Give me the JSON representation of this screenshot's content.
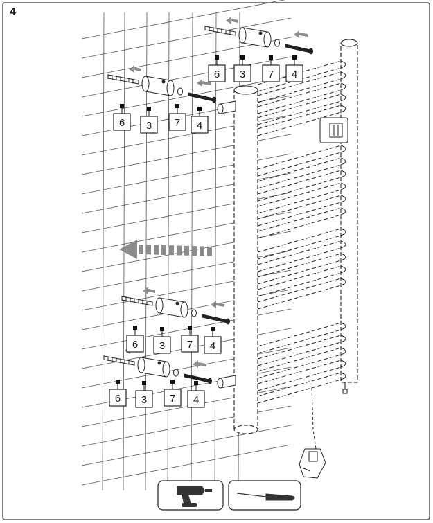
{
  "step_number": "4",
  "part_labels": {
    "anchor": "6",
    "bracket": "3",
    "washer": "7",
    "screw": "4"
  },
  "icons": {
    "tool_drill": "drill-icon",
    "tool_screwdriver": "screwdriver-icon"
  },
  "colors": {
    "line": "#1a1a1a",
    "arrow": "#8c8c8c",
    "grid": "#444444"
  }
}
